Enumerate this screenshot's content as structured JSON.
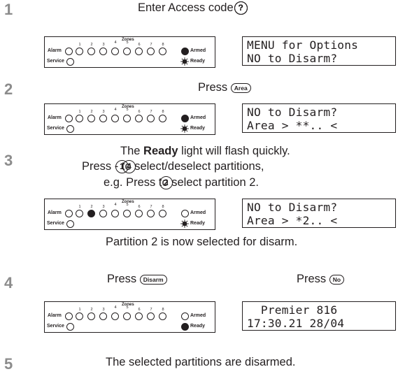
{
  "steps": {
    "s1": "1",
    "s2": "2",
    "s3": "3",
    "s4": "4",
    "s5": "5"
  },
  "step1": {
    "text": "Enter Access code",
    "keys": [
      "?",
      "?",
      "?",
      "?"
    ]
  },
  "step2": {
    "text": "Press",
    "key": "Area"
  },
  "step3": {
    "line1_pre": "The ",
    "line1_bold": "Ready",
    "line1_post": " light will flash quickly.",
    "line2_pre": "Press",
    "key_from": "1",
    "sep": "-",
    "key_to": "4",
    "line2_post": "to select/deselect partitions,",
    "line3_pre": "e.g. Press",
    "key_eg": "2",
    "line3_post": "to select partition 2.",
    "result": "Partition 2 is now selected for disarm."
  },
  "step4": {
    "left_text": "Press",
    "left_key": "Disarm",
    "right_text": "Press",
    "right_key": "No"
  },
  "step5": {
    "text": "The selected partitions are disarmed."
  },
  "keypad": {
    "zones_title": "Zones",
    "zone_numbers": [
      "1",
      "2",
      "3",
      "4",
      "5",
      "6",
      "7",
      "8"
    ],
    "alarm": "Alarm",
    "service": "Service",
    "armed": "Armed",
    "ready": "Ready"
  },
  "keypads": [
    {
      "lit_zones": [],
      "armed": "on",
      "ready": "flash"
    },
    {
      "lit_zones": [],
      "armed": "on",
      "ready": "flash"
    },
    {
      "lit_zones": [
        2
      ],
      "armed": "off",
      "ready": "flash"
    },
    {
      "lit_zones": [],
      "armed": "off",
      "ready": "on"
    }
  ],
  "lcd": {
    "d1": {
      "line1": "MENU for Options",
      "line2": "NO to Disarm?"
    },
    "d2": {
      "line1": "NO to Disarm?",
      "line2": "Area > **.. <"
    },
    "d3": {
      "line1": "NO to Disarm?",
      "line2": "Area > *2.. <"
    },
    "d4": {
      "line1": "  Premier 816",
      "line2": "17:30.21 28/04"
    }
  }
}
